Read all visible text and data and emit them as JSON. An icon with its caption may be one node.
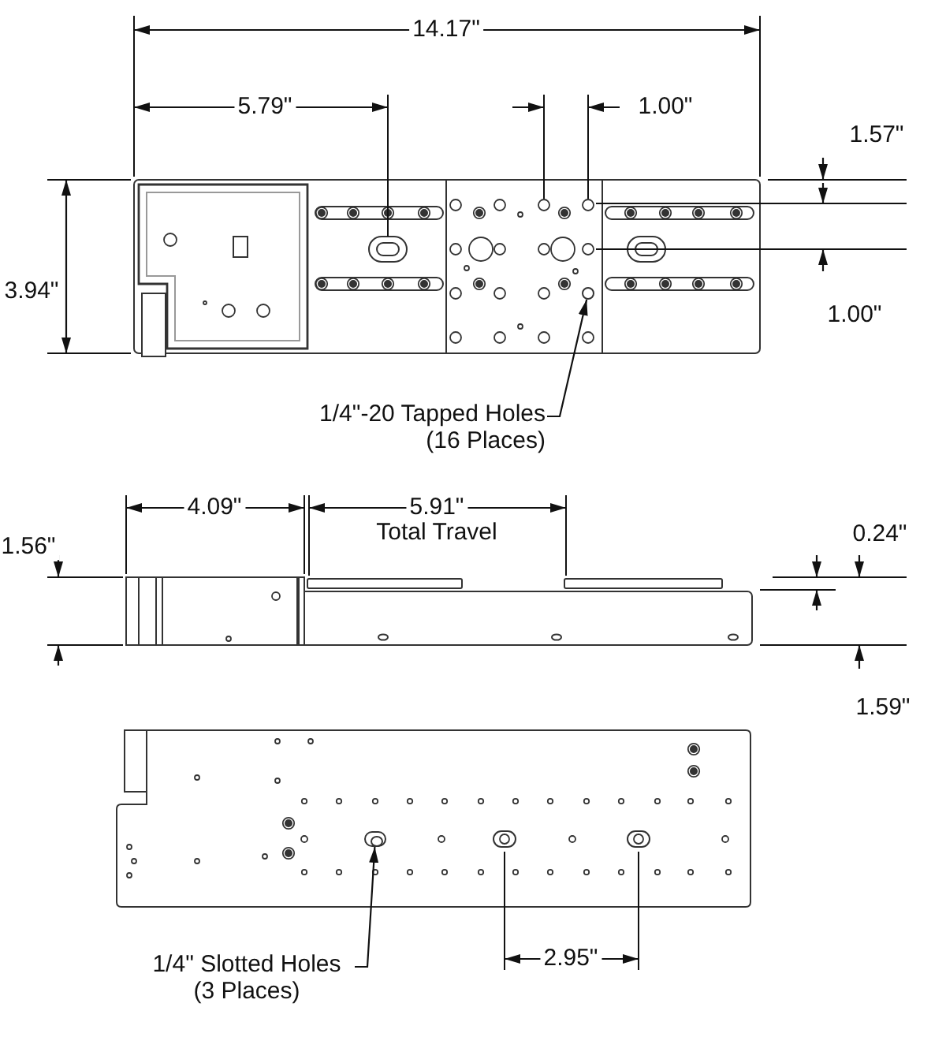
{
  "diagram": {
    "nodes": [
      {
        "text": [
          "1/4\"-20 Tapped Holes (16 Places)"
        ]
      },
      {
        "text": [],
        "shape": "circle"
      },
      {
        "text": [
          "1/4\" Slotted Holes (3 Places)"
        ]
      },
      {
        "text": [],
        "shape": "slot"
      }
    ],
    "edges": [
      {
        "from": 0,
        "to": 1,
        "arrow": "to"
      },
      {
        "from": 2,
        "to": 3,
        "arrow": "to"
      }
    ],
    "labels": [
      "14.17\"",
      "5.79\"",
      "1.00\"",
      "1.57\"",
      "3.94\"",
      "1.00\"",
      "4.09\"",
      "5.91\"",
      "Total Travel",
      "1.56\"",
      "0.24\"",
      "1.59\"",
      "2.95\""
    ]
  }
}
